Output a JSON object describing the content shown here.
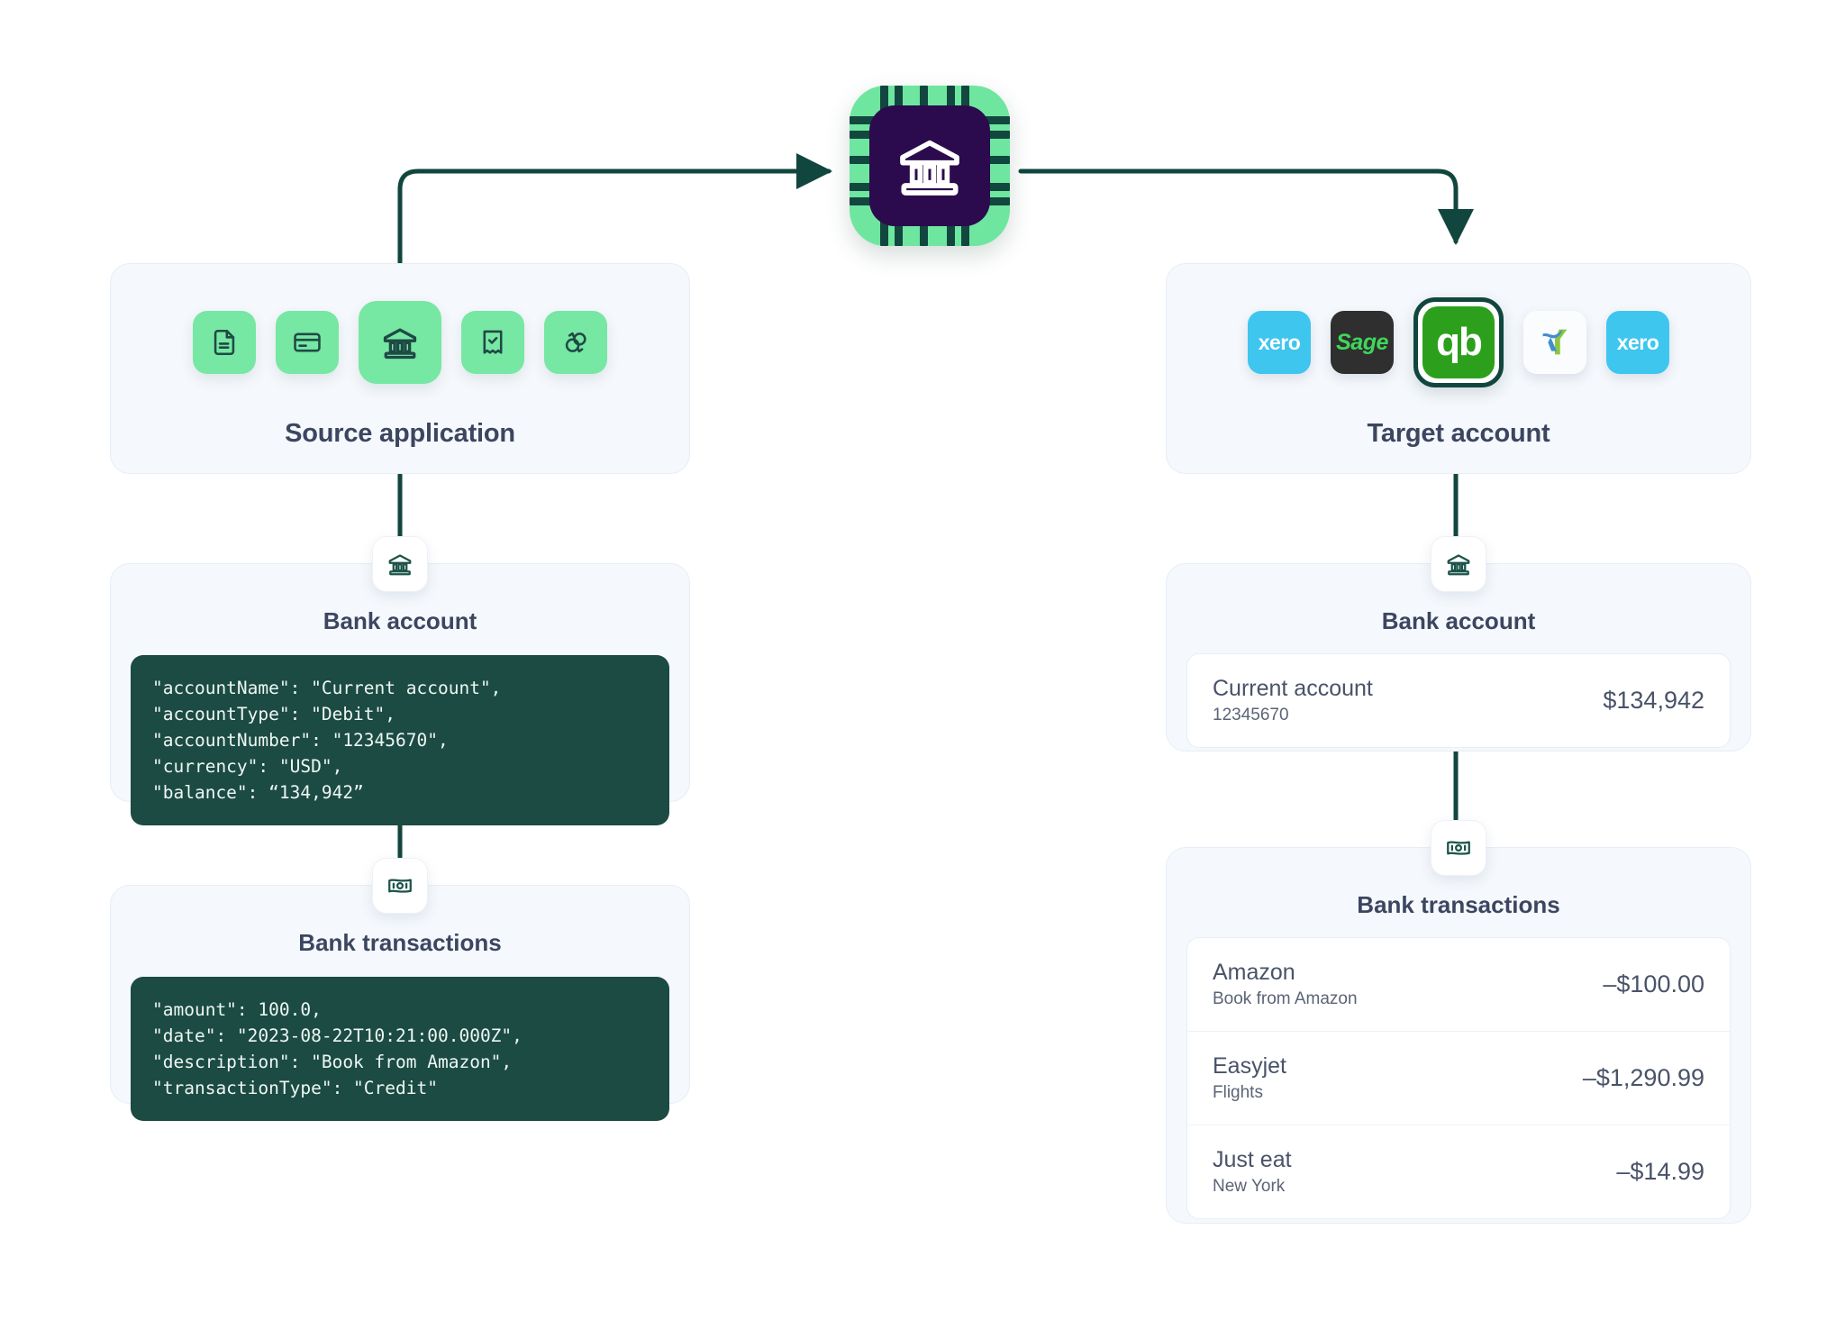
{
  "colors": {
    "wire": "#11463e",
    "panel_bg": "#f5f8fc",
    "tile_green": "#77e7a4",
    "code_bg": "#1b4b43",
    "heading": "#3c4660",
    "chip_green": "#6fe6a0",
    "chip_inner": "#2b0b4d",
    "qb_green": "#2ca01c",
    "xero_blue": "#3ec6ef",
    "sage_dark": "#2f2f2f",
    "sage_green": "#3fd75a"
  },
  "center": {
    "icon": "bank-icon",
    "label": "bank-chip-badge"
  },
  "source_panel": {
    "title": "Source application",
    "tiles": [
      {
        "icon": "document-icon",
        "selected": false
      },
      {
        "icon": "credit-card-icon",
        "selected": false
      },
      {
        "icon": "bank-icon",
        "selected": true
      },
      {
        "icon": "receipt-check-icon",
        "selected": false
      },
      {
        "icon": "sync-icon",
        "selected": false
      }
    ]
  },
  "target_panel": {
    "title": "Target account",
    "logos": [
      {
        "name": "xero",
        "label": "xero",
        "selected": false
      },
      {
        "name": "sage",
        "label": "Sage",
        "selected": false
      },
      {
        "name": "quickbooks",
        "label": "qb",
        "selected": true
      },
      {
        "name": "freeagent",
        "label": "",
        "selected": false
      },
      {
        "name": "xero",
        "label": "xero",
        "selected": false
      }
    ]
  },
  "source_bank_account": {
    "badge_icon": "bank-icon",
    "title": "Bank account",
    "code": "\"accountName\": \"Current account\",\n\"accountType\": \"Debit\",\n\"accountNumber\": \"12345670\",\n\"currency\": \"USD\",\n\"balance\": “134,942”"
  },
  "source_bank_transactions": {
    "badge_icon": "money-note-icon",
    "title": "Bank transactions",
    "code": "\"amount\": 100.0,\n\"date\": \"2023-08-22T10:21:00.000Z\",\n\"description\": \"Book from Amazon\",\n\"transactionType\": \"Credit\""
  },
  "target_bank_account": {
    "badge_icon": "bank-icon",
    "title": "Bank account",
    "rows": [
      {
        "name": "Current account",
        "sub": "12345670",
        "amount": "$134,942"
      }
    ]
  },
  "target_bank_transactions": {
    "badge_icon": "money-note-icon",
    "title": "Bank transactions",
    "rows": [
      {
        "name": "Amazon",
        "sub": "Book from Amazon",
        "amount": "–$100.00"
      },
      {
        "name": "Easyjet",
        "sub": "Flights",
        "amount": "–$1,290.99"
      },
      {
        "name": "Just eat",
        "sub": "New York",
        "amount": "–$14.99"
      }
    ]
  }
}
